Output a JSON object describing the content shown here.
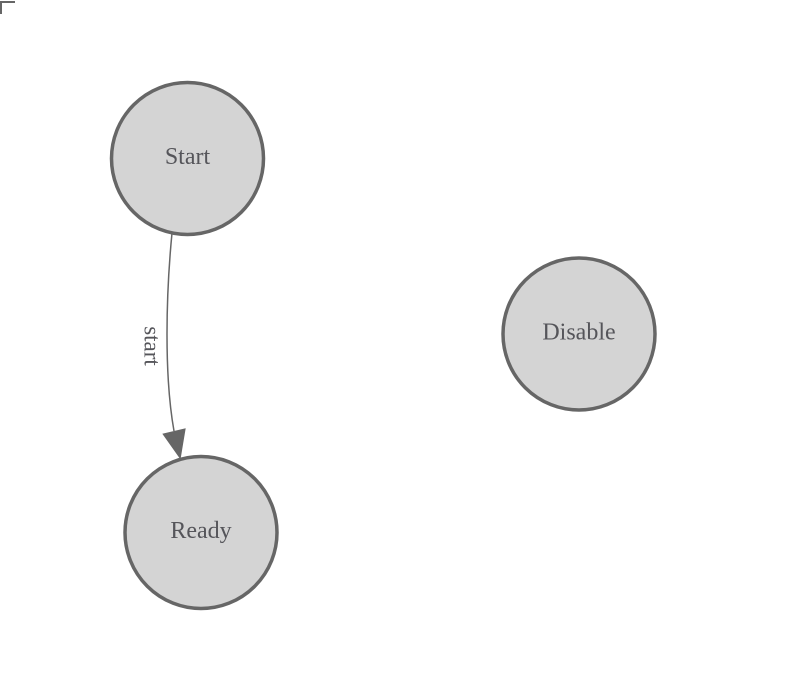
{
  "diagram": {
    "nodes": [
      {
        "id": "start",
        "label": "Start"
      },
      {
        "id": "ready",
        "label": "Ready"
      },
      {
        "id": "disable",
        "label": "Disable"
      }
    ],
    "edges": [
      {
        "from": "Start",
        "to": "Ready",
        "label": "start"
      }
    ],
    "colors": {
      "node_fill": "#d4d4d4",
      "node_stroke": "#666666",
      "edge_stroke": "#666666",
      "arrowhead": "#666666",
      "label_text": "#55555a",
      "background": "#ffffff"
    }
  }
}
